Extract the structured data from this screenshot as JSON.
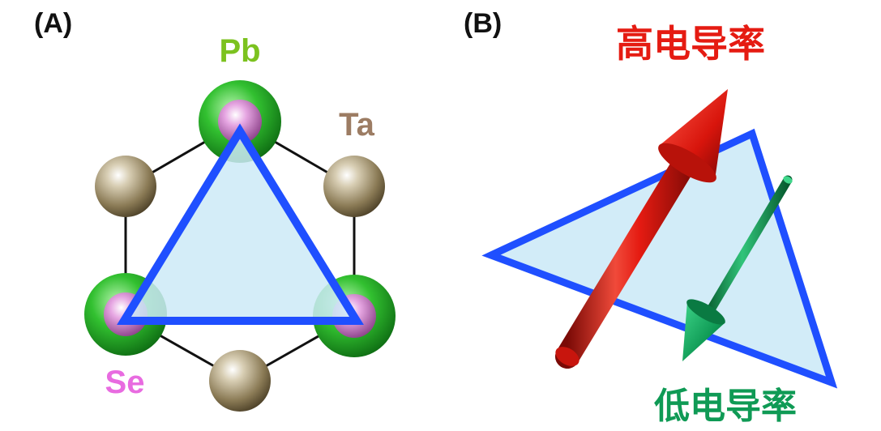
{
  "panel_a": {
    "label": "(A)",
    "atoms": {
      "pb": "Pb",
      "ta": "Ta",
      "se": "Se"
    }
  },
  "panel_b": {
    "label": "(B)",
    "high_conductivity": "高电导率",
    "low_conductivity": "低电导率"
  },
  "colors": {
    "triangle_stroke": "#1f4fff",
    "triangle_fill": "#cdeaf7",
    "pb_green": "#2fb52f",
    "se_pink": "#d98ad4",
    "ta_brown": "#8a7a55",
    "high_arrow": "#e51b12",
    "low_arrow": "#0f9a55",
    "pb_label": "#7cc21f",
    "ta_label": "#9c7c63",
    "se_label": "#e86be0"
  }
}
